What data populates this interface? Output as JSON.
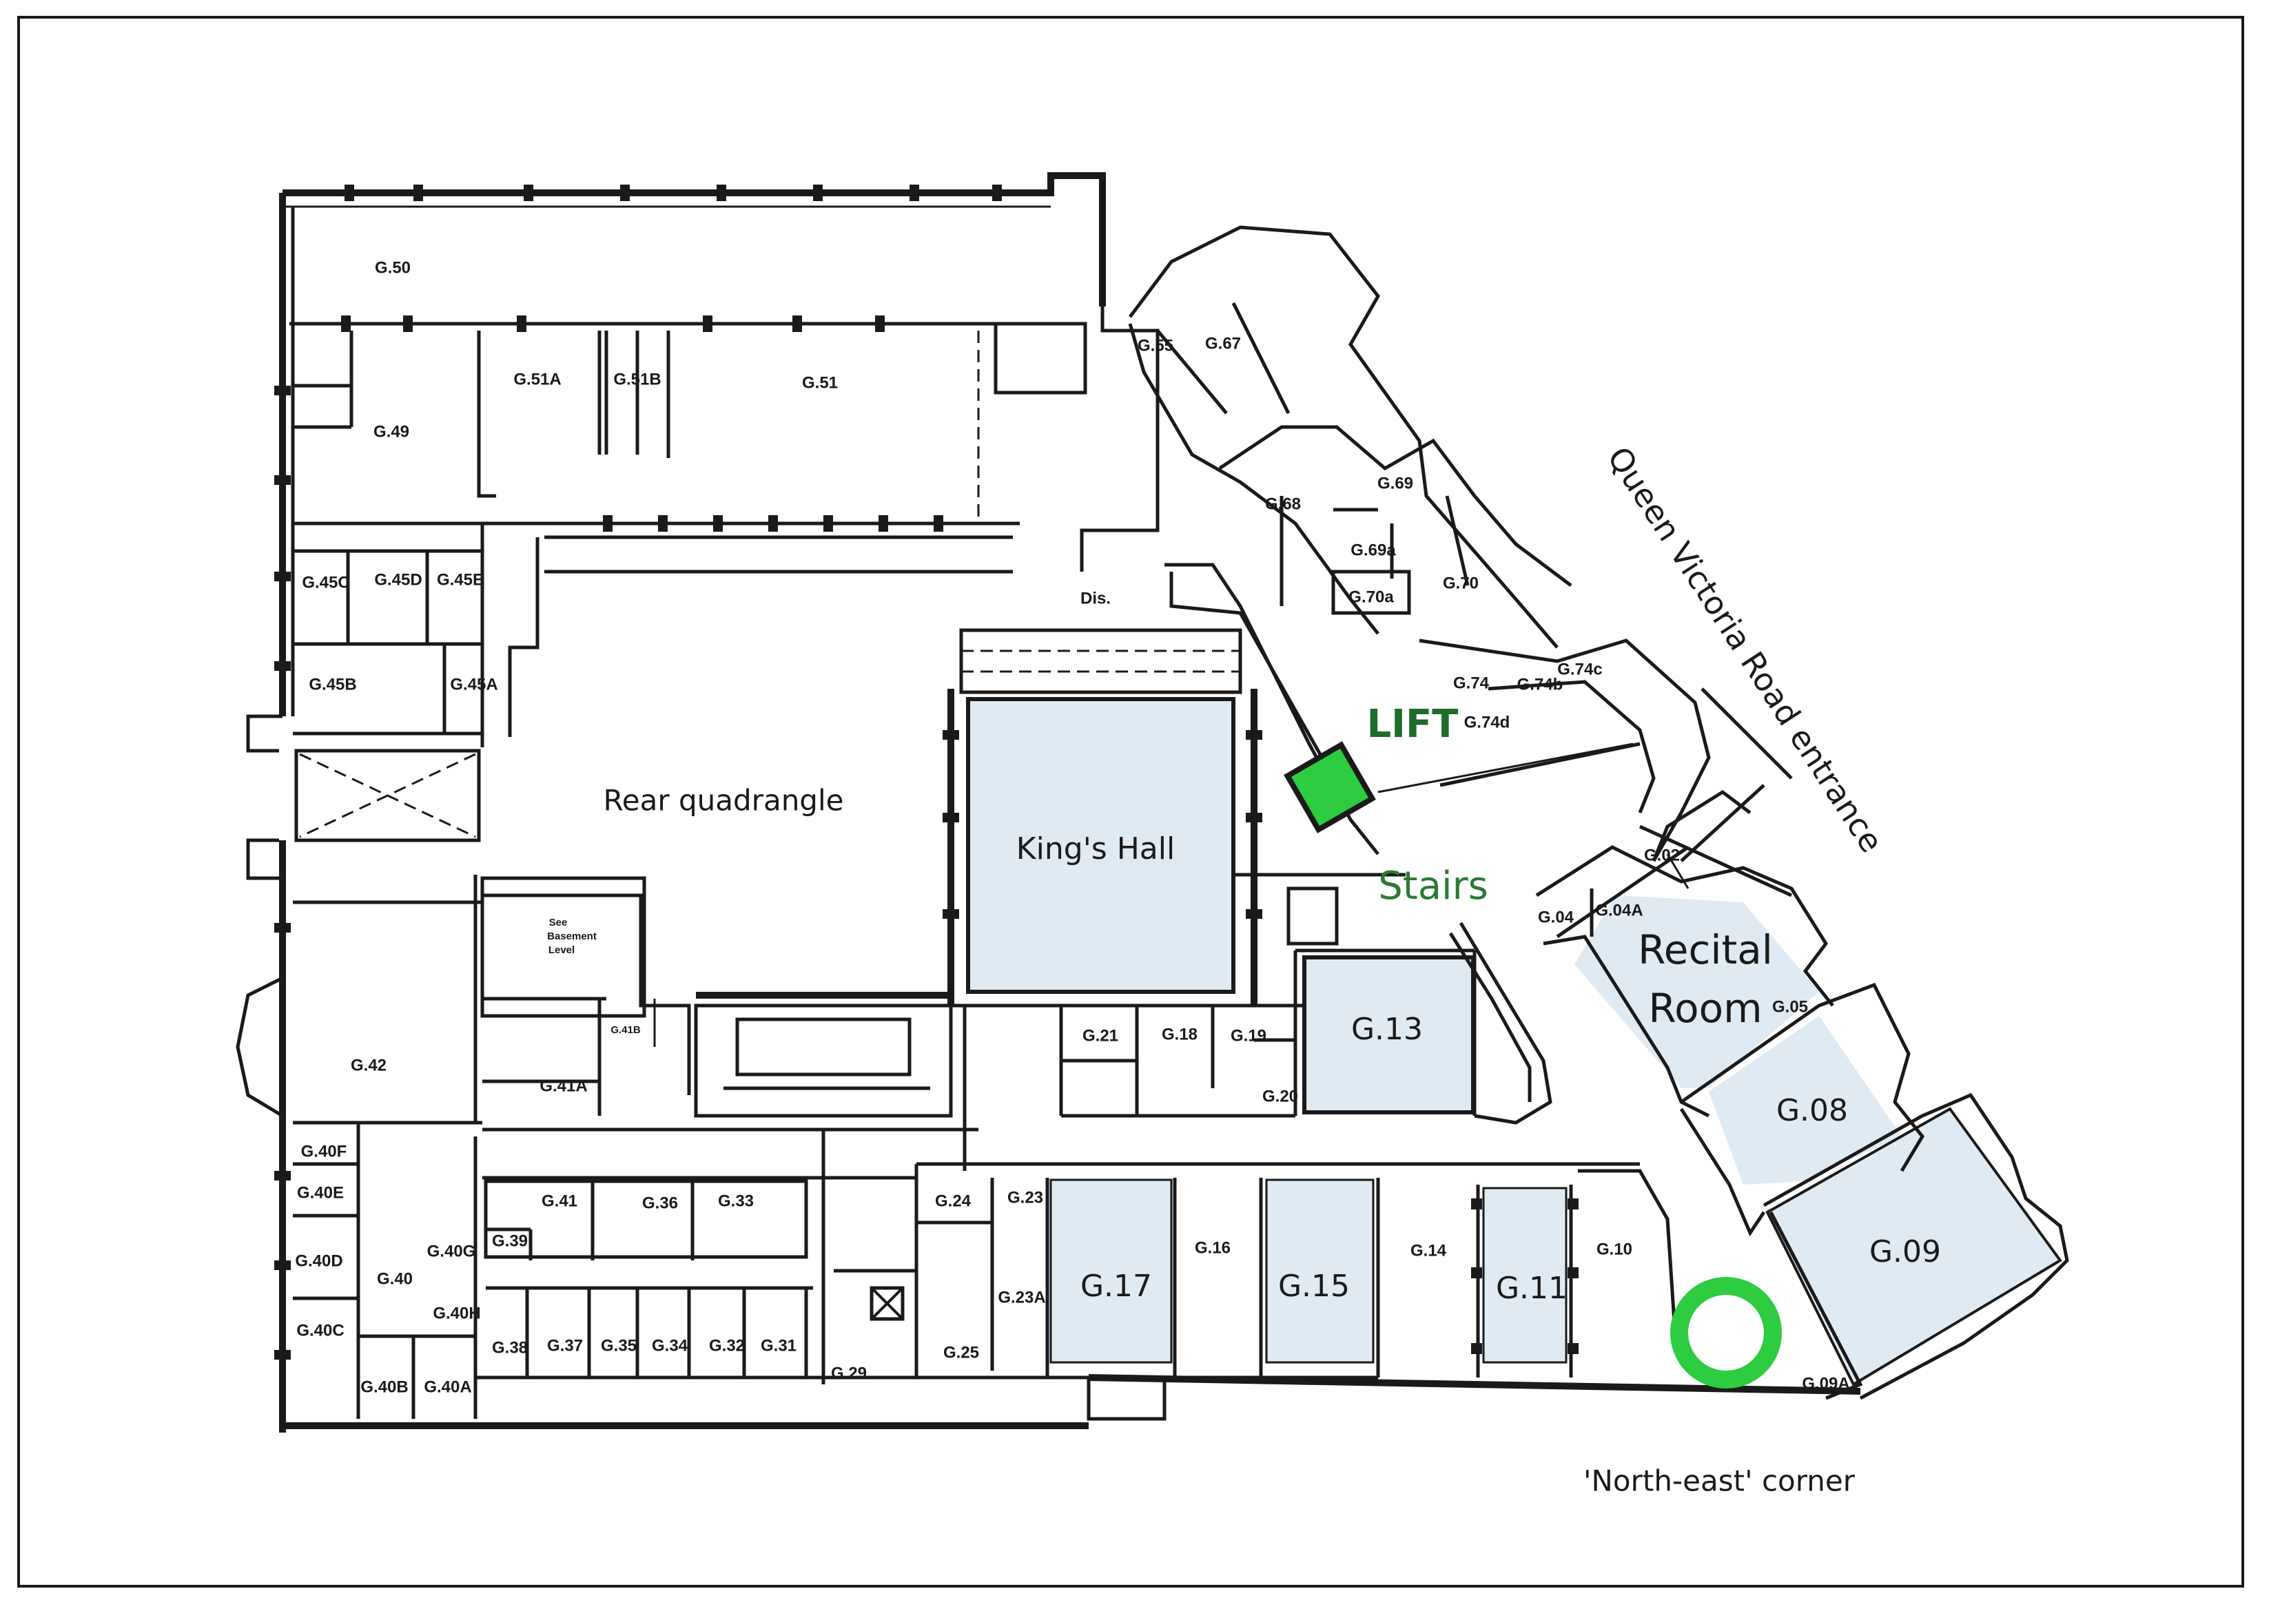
{
  "colors": {
    "highlight_fill": "#dfeaf2",
    "lift_fill": "#2ecc40",
    "ring_stroke": "#2ecc40",
    "lift_text": "#1f6b2a",
    "stairs_text": "#2c7a33",
    "wall": "#1a1a1a"
  },
  "labels": {
    "rear_quadrangle": "Rear quadrangle",
    "kings_hall": "King's Hall",
    "lift": "LIFT",
    "stairs": "Stairs",
    "entrance": "Queen Victoria Road entrance",
    "corner": "'North-east' corner",
    "recital_line1": "Recital",
    "recital_line2": "Room",
    "see_basement_1": "See",
    "see_basement_2": "Basement",
    "see_basement_3": "Level"
  },
  "highlighted_rooms": {
    "g13": "G.13",
    "g08": "G.08",
    "g09": "G.09",
    "g17": "G.17",
    "g15": "G.15",
    "g11": "G.11"
  },
  "rooms": {
    "g50": "G.50",
    "g51a": "G.51A",
    "g51b": "G.51B",
    "g51": "G.51",
    "g49": "G.49",
    "g45c": "G.45C",
    "g45d": "G.45D",
    "g45e": "G.45E",
    "g45b": "G.45B",
    "g45a": "G.45A",
    "g42": "G.42",
    "g41b": "G.41B",
    "g41a": "G.41A",
    "g40f": "G.40F",
    "g40e": "G.40E",
    "g40d": "G.40D",
    "g40": "G.40",
    "g40g": "G.40G",
    "g40h": "G.40H",
    "g40c": "G.40C",
    "g40b": "G.40B",
    "g40a": "G.40A",
    "g41": "G.41",
    "g36": "G.36",
    "g33": "G.33",
    "g39": "G.39",
    "g38": "G.38",
    "g37": "G.37",
    "g35": "G.35",
    "g34": "G.34",
    "g32": "G.32",
    "g31": "G.31",
    "g29": "G.29",
    "g25": "G.25",
    "g24": "G.24",
    "g23": "G.23",
    "g23a": "G.23A",
    "g21": "G.21",
    "g18": "G.18",
    "g19": "G.19",
    "g20": "G.20",
    "g16": "G.16",
    "g14": "G.14",
    "g10": "G.10",
    "g09a": "G.09A",
    "g02": "G.02",
    "g04": "G.04",
    "g04a": "G.04A",
    "g05": "G.05",
    "g55": "G.55",
    "g67": "G.67",
    "g68": "G.68",
    "g69": "G.69",
    "g70": "G.70",
    "g70a": "G.70a",
    "g69a": "G.69a",
    "g74": "G.74",
    "g74b": "G.74b",
    "g74c": "G.74c",
    "g74d": "G.74d",
    "dis": "Dis."
  }
}
